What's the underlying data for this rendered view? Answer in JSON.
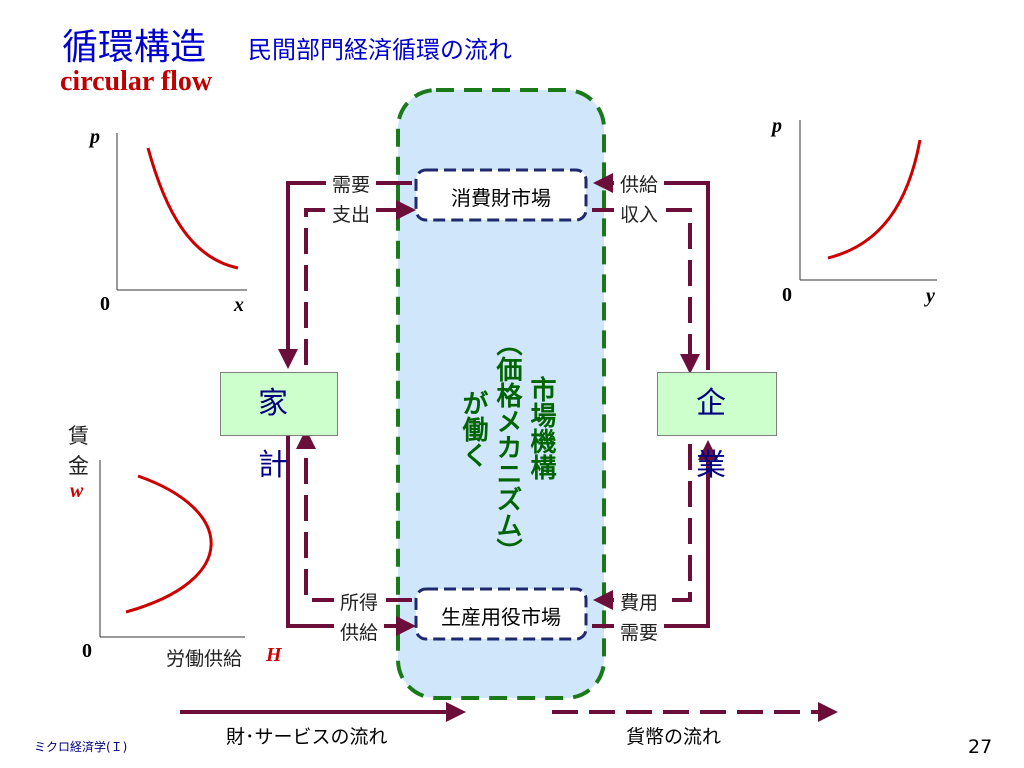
{
  "title": {
    "ja": "循環構造",
    "sub": "民間部門経済循環の流れ",
    "en": "circular flow"
  },
  "market": {
    "vertical_1": "市場機構",
    "vertical_2": "（価格メカニズム）",
    "vertical_3": "が働く"
  },
  "nodes": {
    "consumer_market": "消費財市場",
    "factor_market": "生産用役市場",
    "household": "家　計",
    "firm": "企　業"
  },
  "flow_labels": {
    "demand_top": "需要",
    "spending": "支出",
    "supply_top": "供給",
    "revenue": "収入",
    "income": "所得",
    "supply_bottom": "供給",
    "cost": "費用",
    "demand_bottom": "需要"
  },
  "graphs": {
    "demand": {
      "y_axis": "p",
      "x_axis": "x",
      "origin": "0"
    },
    "supply": {
      "y_axis": "p",
      "x_axis": "y",
      "origin": "0"
    },
    "labor": {
      "y_label_1": "賃",
      "y_label_2": "金",
      "y_axis": "w",
      "x_label": "労働供給",
      "x_axis": "H",
      "origin": "0"
    }
  },
  "legend": {
    "goods": "財･サービスの流れ",
    "money": "貨幣の流れ"
  },
  "footer": {
    "course": "ミクロ経済学(Ｉ)",
    "page": "27"
  },
  "colors": {
    "flow": "#6b0f3a",
    "market_fill": "#cfe6fb",
    "market_border": "#1a7a1a",
    "node_border": "#1f2a6e",
    "curve": "#cc0000",
    "title": "#0000cc",
    "title_en": "#c00000"
  }
}
